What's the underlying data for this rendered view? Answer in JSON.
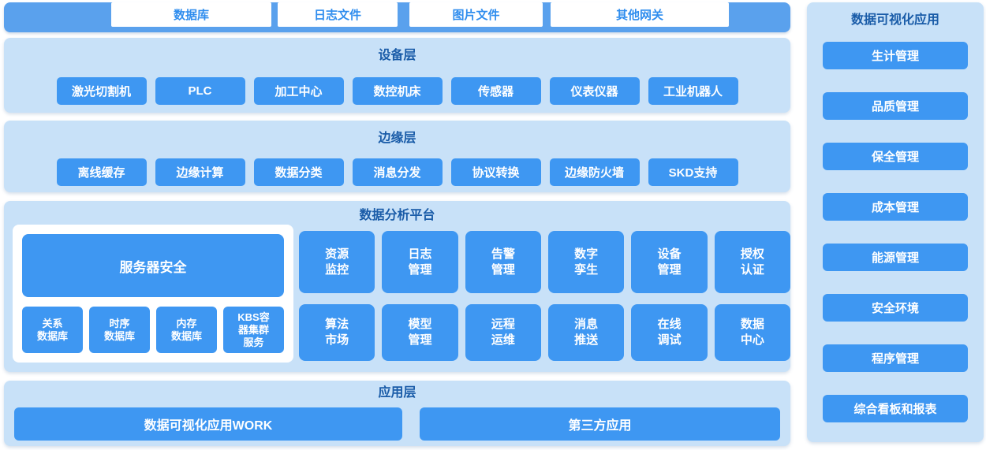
{
  "colors": {
    "accent_blue": "#3E97F2",
    "bar_blue": "#5AA1ED",
    "panel_light_blue": "#C8E1F8",
    "title_dark_blue": "#1A5CA8",
    "gateway_text_blue": "#2F8DEE"
  },
  "top_bar": {
    "items": [
      "数据库",
      "日志文件",
      "图片文件",
      "其他网关"
    ]
  },
  "device_layer": {
    "title": "设备层",
    "items": [
      "激光切割机",
      "PLC",
      "加工中心",
      "数控机床",
      "传感器",
      "仪表仪器",
      "工业机器人"
    ]
  },
  "edge_layer": {
    "title": "边缘层",
    "items": [
      "离线缓存",
      "边缘计算",
      "数据分类",
      "消息分发",
      "协议转换",
      "边缘防火墙",
      "SKD支持"
    ]
  },
  "platform_layer": {
    "title": "数据分析平台",
    "server_panel": {
      "main": "服务器安全",
      "databases": [
        "关系\n数据库",
        "时序\n数据库",
        "内存\n数据库",
        "KBS容\n器集群\n服务"
      ]
    },
    "modules": [
      "资源\n监控",
      "日志\n管理",
      "告警\n管理",
      "数字\n孪生",
      "设备\n管理",
      "授权\n认证",
      "算法\n市场",
      "模型\n管理",
      "远程\n运维",
      "消息\n推送",
      "在线\n调试",
      "数据\n中心"
    ]
  },
  "application_layer": {
    "title": "应用层",
    "items": [
      "数据可视化应用WORK",
      "第三方应用"
    ]
  },
  "sidebar": {
    "title": "数据可视化应用",
    "items": [
      "生计管理",
      "品质管理",
      "保全管理",
      "成本管理",
      "能源管理",
      "安全环境",
      "程序管理",
      "综合看板和报表"
    ]
  }
}
